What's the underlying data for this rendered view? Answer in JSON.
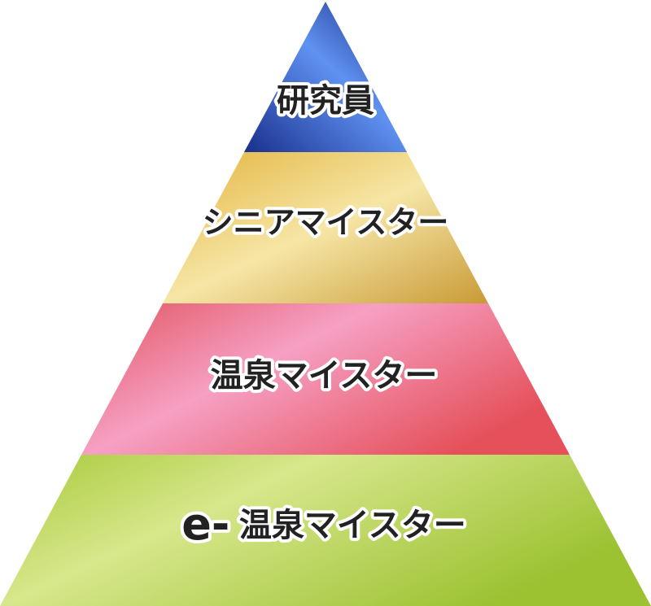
{
  "pyramid": {
    "tiers": [
      {
        "label": "研究員",
        "prefix": "",
        "colors": [
          "#1a2f8c",
          "#5f92f2",
          "#15227a"
        ]
      },
      {
        "label": "シニアマイスター",
        "prefix": "",
        "colors": [
          "#e3b33c",
          "#f6e6a6",
          "#c99a36"
        ]
      },
      {
        "label": "温泉マイスター",
        "prefix": "",
        "colors": [
          "#e2545f",
          "#f6a0c4",
          "#e5505a"
        ]
      },
      {
        "label": "温泉マイスター",
        "prefix": "e-",
        "colors": [
          "#a7c938",
          "#d7e78c",
          "#9cc232"
        ]
      }
    ]
  }
}
